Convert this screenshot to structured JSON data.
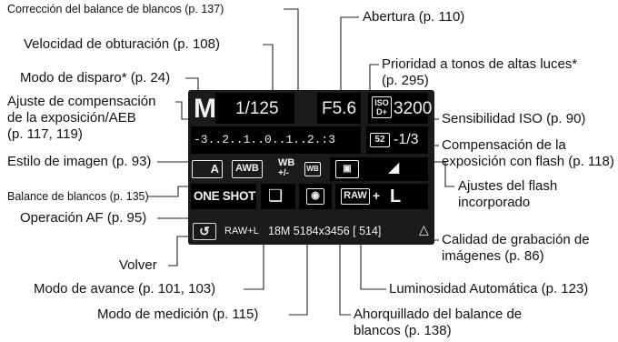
{
  "labels": {
    "wb_correction": "Corrección del balance de blancos (p. 137)",
    "aperture": "Abertura (p. 110)",
    "shutter_speed": "Velocidad de obturación (p. 108)",
    "highlight_priority_l1": "Prioridad a tonos de altas luces*",
    "highlight_priority_l2": "(p. 295)",
    "shooting_mode": "Modo de disparo* (p. 24)",
    "exposure_comp_l1": "Ajuste de compensación",
    "exposure_comp_l2": "de la exposición/AEB",
    "exposure_comp_l3": "(p. 117, 119)",
    "iso": "Sensibilidad ISO (p. 90)",
    "flash_comp_l1": "Compensación de la",
    "flash_comp_l2": "exposición con flash (p. 118)",
    "picture_style": "Estilo de imagen (p. 93)",
    "white_balance": "Balance de blancos (p. 135)",
    "builtin_flash_l1": "Ajustes del flash",
    "builtin_flash_l2": "incorporado",
    "af_operation": "Operación AF (p. 95)",
    "quality_l1": "Calidad de grabación de",
    "quality_l2": "imágenes (p. 86)",
    "back": "Volver",
    "drive_mode": "Modo de avance (p. 101, 103)",
    "auto_lighting": "Luminosidad Automática (p. 123)",
    "metering": "Modo de medición (p. 115)",
    "wb_bracketing_l1": "Ahorquillado del balance de",
    "wb_bracketing_l2": "blancos (p. 138)"
  },
  "screen": {
    "mode": "M",
    "shutter": "1/125",
    "aperture": "F5.6",
    "iso_badge_top": "ISO",
    "iso_badge_bottom": "D+",
    "iso_value": "3200",
    "scale": "-3..2..1..0..1..2.:3",
    "flash_comp_icon": "52",
    "flash_comp_value": "-1/3",
    "picture_style": "A",
    "awb": "AWB",
    "wb_corr": "WB",
    "af_mode": "ONE SHOT",
    "quality_raw": "RAW",
    "quality_plus": "+",
    "quality_size": "L",
    "mini_quality": "RAW+L",
    "image_info": "18M 5184x3456 [ 514]"
  },
  "colors": {
    "screen_bg": "#1b1b1b",
    "cell_bg": "#000000",
    "text": "#f2f2f2",
    "leader": "#222222"
  }
}
